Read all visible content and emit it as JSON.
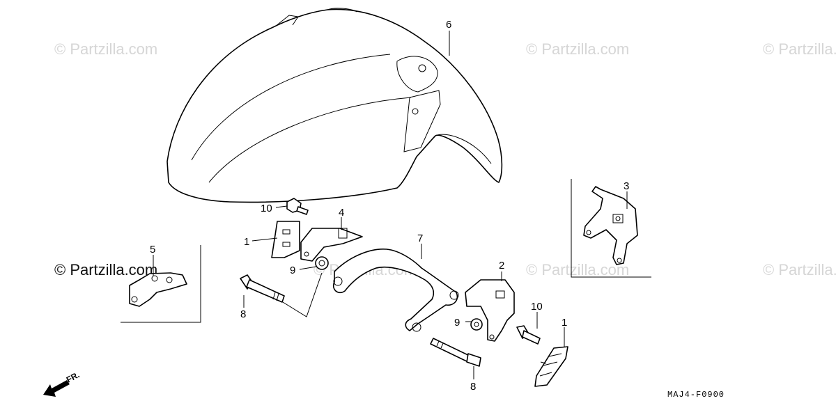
{
  "watermark_text": "© Partzilla.com",
  "diagram_code": "MAJ4-F0900",
  "direction_label": "FR.",
  "callouts": {
    "c1a": "1",
    "c1b": "1",
    "c2": "2",
    "c3": "3",
    "c4": "4",
    "c5": "5",
    "c6": "6",
    "c7": "7",
    "c8a": "8",
    "c8b": "8",
    "c9a": "9",
    "c9b": "9",
    "c10a": "10",
    "c10b": "10"
  }
}
